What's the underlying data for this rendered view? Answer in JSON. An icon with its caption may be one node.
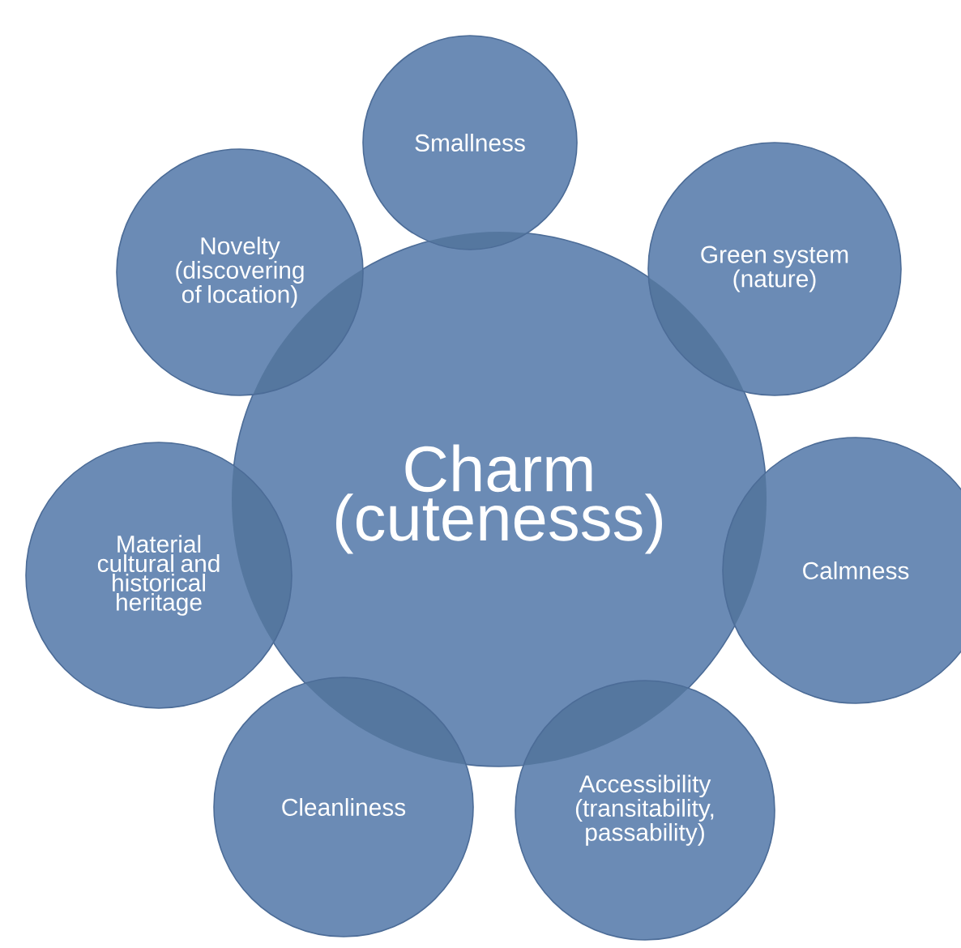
{
  "diagram": {
    "nodes": [
      {
        "text": [
          "Charm (cutenesss)"
        ]
      },
      {
        "text": [
          "Smallness"
        ]
      },
      {
        "text": [
          "Green system (nature)"
        ]
      },
      {
        "text": [
          "Calmness"
        ]
      },
      {
        "text": [
          "Accessibility (transitability, passability)"
        ]
      },
      {
        "text": [
          "Cleanliness"
        ]
      },
      {
        "text": [
          "Material cultural and historical heritage"
        ]
      },
      {
        "text": [
          "Novelty (discovering of location)"
        ]
      }
    ]
  }
}
